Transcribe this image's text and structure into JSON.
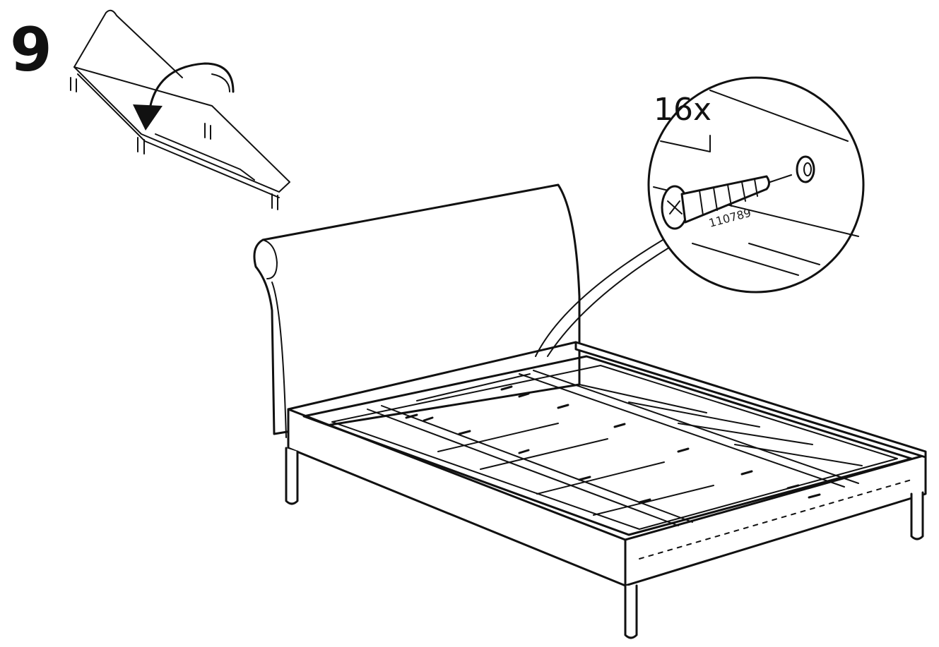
{
  "step": {
    "number": "9"
  },
  "detail": {
    "quantity": "16x",
    "part_number": "110789"
  },
  "colors": {
    "ink": "#111111",
    "paper": "#ffffff"
  },
  "icons": [
    "flip-frame-icon",
    "rotate-arrow-icon",
    "screw-icon"
  ]
}
